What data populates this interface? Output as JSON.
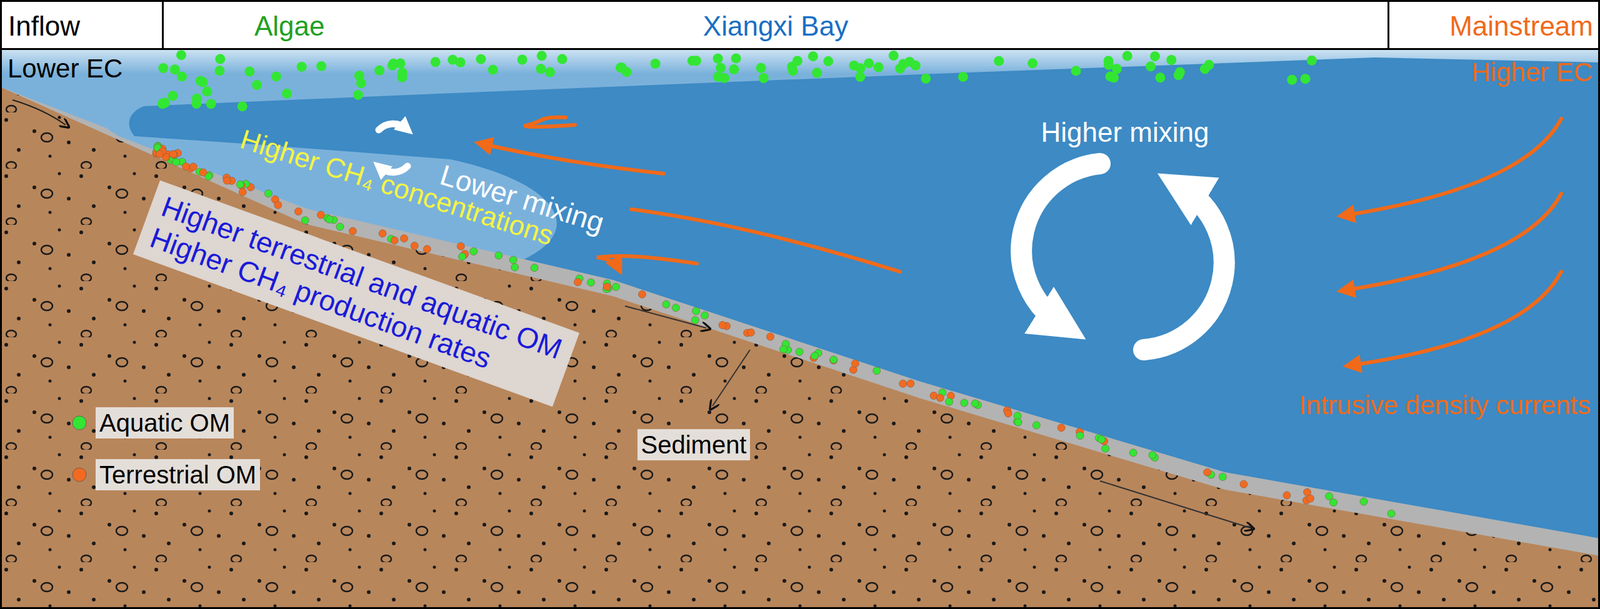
{
  "diagram": {
    "nodes": [
      {
        "text": [
          "Inflow"
        ]
      },
      {
        "text": [
          "Algae",
          "Xiangxi Bay"
        ]
      },
      {
        "text": [
          "Mainstream"
        ]
      },
      {
        "text": [
          "Higher terrestrial and aquatic OM",
          "Higher CH₄ production rates"
        ]
      }
    ],
    "labels": [
      "Lower EC",
      "Higher EC",
      "Lower mixing",
      "Higher CH₄ concentrations",
      "Higher mixing",
      "Intrusive density currents",
      "Sediment"
    ],
    "legend": [
      {
        "text": "Aquatic OM",
        "color": "#33e633"
      },
      {
        "text": "Terrestrial OM",
        "color": "#f26a21"
      }
    ]
  }
}
